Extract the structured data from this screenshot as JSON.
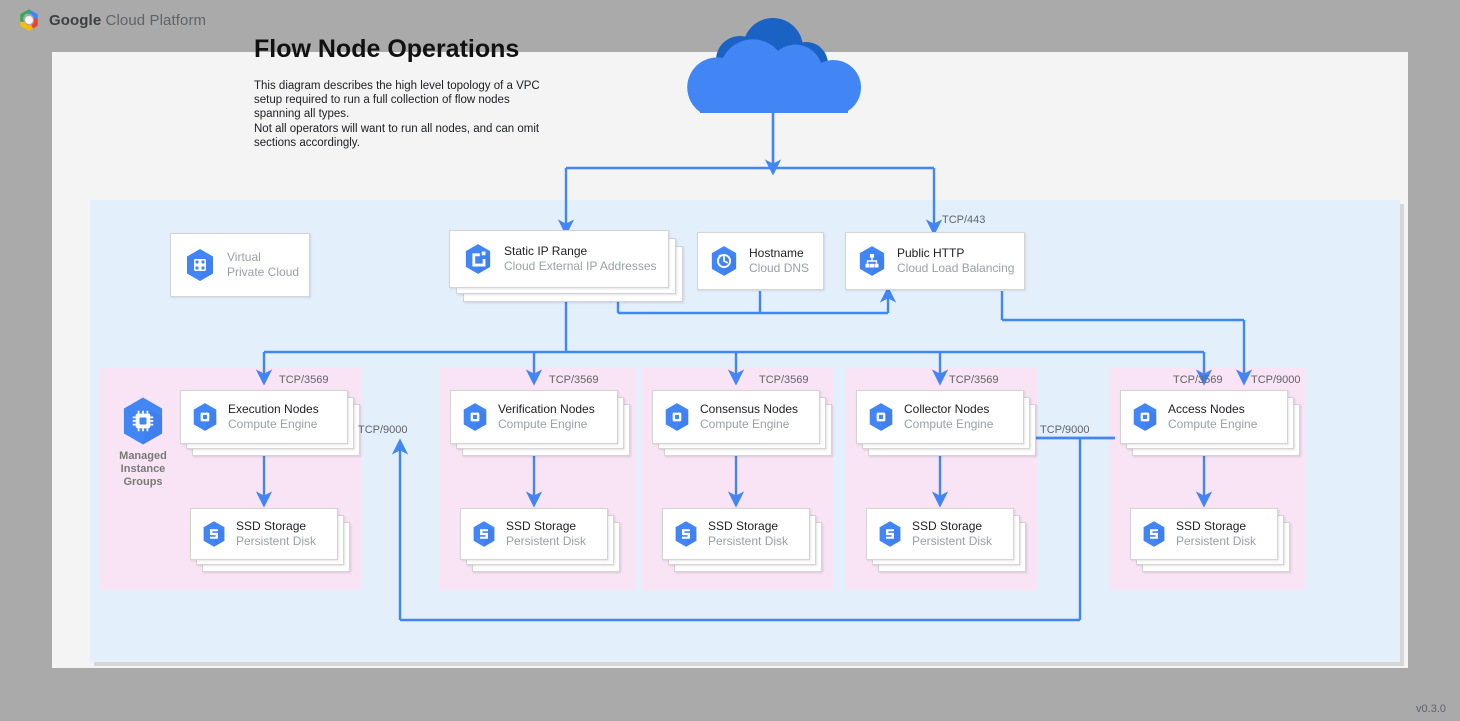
{
  "header": {
    "brand_bold": "Google",
    "brand_rest": " Cloud Platform",
    "logo_icon": "google-cloud-hexagon-logo"
  },
  "title": "Flow Node Operations",
  "description_lines": [
    "This diagram describes the high level topology of a VPC setup required to run a full collection of flow nodes spanning all types.",
    "Not all operators will want to run all nodes, and can omit sections accordingly."
  ],
  "version": "v0.3.0",
  "colors": {
    "page_background": "#aaaaaa",
    "canvas": "#f4f4f4",
    "vpc_region": "#e3f0fc",
    "group_panel": "#f8e4f4",
    "connector": "#4285f4",
    "gcp_blue": "#4285f4",
    "gcp_blue_dark": "#1a62c4",
    "card_border": "#d4d4d4",
    "label_text": "#5f6368",
    "title_text": "#111111"
  },
  "cloud": {
    "icon": "cloud-icon",
    "name": "Internet"
  },
  "top_nodes": [
    {
      "id": "virtual-private-cloud",
      "title": "Virtual",
      "subtitle": "Private Cloud",
      "icon": "virtual-private-cloud-icon",
      "stacked": false
    },
    {
      "id": "static-ip-range",
      "title": "Static IP Range",
      "subtitle": "Cloud External IP Addresses",
      "icon": "external-ip-icon",
      "stacked": true
    },
    {
      "id": "hostname",
      "title": "Hostname",
      "subtitle": "Cloud DNS",
      "icon": "cloud-dns-icon",
      "stacked": false
    },
    {
      "id": "public-http",
      "title": "Public HTTP",
      "subtitle": "Cloud Load Balancing",
      "icon": "cloud-load-balancing-icon",
      "stacked": false
    }
  ],
  "managed_instance_groups": {
    "label": "Managed\nInstance\nGroups",
    "label_lines": [
      "Managed",
      "Instance",
      "Groups"
    ],
    "icon": "compute-engine-icon"
  },
  "node_groups": [
    {
      "id": "execution",
      "compute": {
        "title": "Execution Nodes",
        "subtitle": "Compute Engine",
        "icon": "compute-engine-icon"
      },
      "storage": {
        "title": "SSD Storage",
        "subtitle": "Persistent Disk",
        "icon": "persistent-disk-icon"
      },
      "inbound_port": "TCP/3569"
    },
    {
      "id": "verification",
      "compute": {
        "title": "Verification Nodes",
        "subtitle": "Compute Engine",
        "icon": "compute-engine-icon"
      },
      "storage": {
        "title": "SSD Storage",
        "subtitle": "Persistent Disk",
        "icon": "persistent-disk-icon"
      },
      "inbound_port": "TCP/3569"
    },
    {
      "id": "consensus",
      "compute": {
        "title": "Consensus Nodes",
        "subtitle": "Compute Engine",
        "icon": "compute-engine-icon"
      },
      "storage": {
        "title": "SSD Storage",
        "subtitle": "Persistent Disk",
        "icon": "persistent-disk-icon"
      },
      "inbound_port": "TCP/3569"
    },
    {
      "id": "collector",
      "compute": {
        "title": "Collector Nodes",
        "subtitle": "Compute Engine",
        "icon": "compute-engine-icon"
      },
      "storage": {
        "title": "SSD Storage",
        "subtitle": "Persistent Disk",
        "icon": "persistent-disk-icon"
      },
      "inbound_port": "TCP/3569"
    },
    {
      "id": "access",
      "compute": {
        "title": "Access Nodes",
        "subtitle": "Compute Engine",
        "icon": "compute-engine-icon"
      },
      "storage": {
        "title": "SSD Storage",
        "subtitle": "Persistent Disk",
        "icon": "persistent-disk-icon"
      },
      "inbound_port": "TCP/3569",
      "inbound_port_2": "TCP/9000"
    }
  ],
  "port_labels": {
    "https": "TCP/443",
    "node_api": "TCP/3569",
    "access_api": "TCP/9000",
    "access_to_collector": "TCP/9000",
    "access_to_execution": "TCP/9000"
  }
}
